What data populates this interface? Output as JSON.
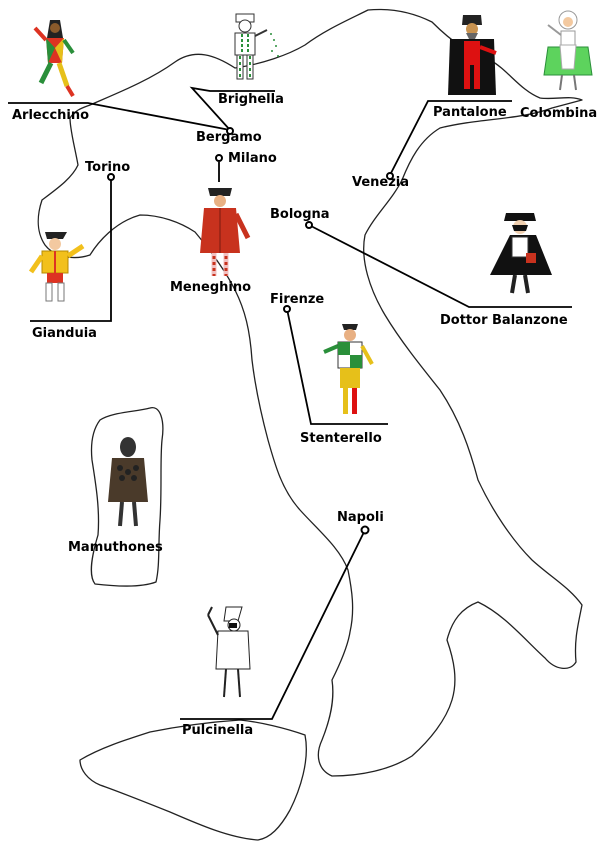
{
  "cities": {
    "bergamo": "Bergamo",
    "milano": "Milano",
    "torino": "Torino",
    "venezia": "Venezia",
    "bologna": "Bologna",
    "firenze": "Firenze",
    "napoli": "Napoli"
  },
  "characters": {
    "arlecchino": "Arlecchino",
    "brighella": "Brighella",
    "pantalone": "Pantalone",
    "colombina": "Colombina",
    "gianduia": "Gianduia",
    "meneghino": "Meneghino",
    "dottor_balanzone": "Dottor Balanzone",
    "stenterello": "Stenterello",
    "mamuthones": "Mamuthones",
    "pulcinella": "Pulcinella"
  }
}
